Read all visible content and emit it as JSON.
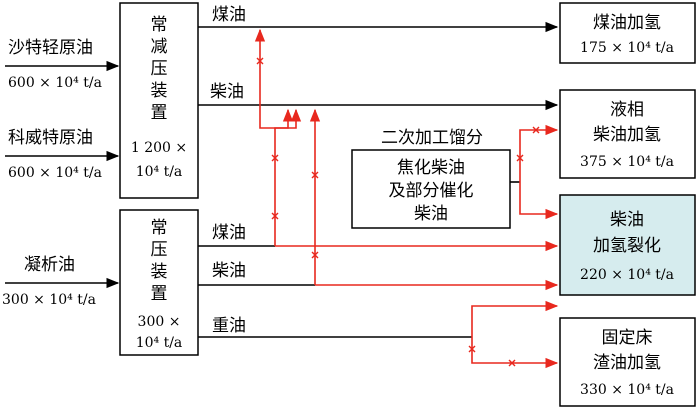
{
  "feeds": {
    "saudi_light": {
      "name": "沙特轻原油",
      "amount": "600 × 10⁴ t/a"
    },
    "kuwait": {
      "name": "科威特原油",
      "amount": "600 × 10⁴ t/a"
    },
    "condensate": {
      "name": "凝析油",
      "amount": "300 × 10⁴ t/a"
    }
  },
  "units": {
    "avu": {
      "lines": [
        "常",
        "减",
        "压",
        "装",
        "置"
      ],
      "cap1": "1 200 ×",
      "cap2": "10⁴ t/a"
    },
    "adu": {
      "lines": [
        "常",
        "压",
        "装",
        "置"
      ],
      "cap1": "300 ×",
      "cap2": "10⁴ t/a"
    },
    "kero_hydro": {
      "name": "煤油加氢",
      "cap": "175 × 10⁴ t/a"
    },
    "diesel_hydro": {
      "line1": "液相",
      "line2": "柴油加氢",
      "cap": "375 × 10⁴ t/a"
    },
    "hydrocracking": {
      "line1": "柴油",
      "line2": "加氢裂化",
      "cap": "220 × 10⁴ t/a",
      "fill": "#d6ecee"
    },
    "resid_hydro": {
      "line1": "固定床",
      "line2": "渣油加氢",
      "cap": "330 × 10⁴ t/a"
    }
  },
  "secondary": {
    "title": "二次加工馏分",
    "lines": [
      "焦化柴油",
      "及部分催化",
      "柴油"
    ]
  },
  "streams": {
    "avu_kero": "煤油",
    "avu_diesel": "柴油",
    "adu_kero": "煤油",
    "adu_diesel": "柴油",
    "adu_heavy": "重油"
  },
  "colors": {
    "black_line": "#000000",
    "red_line": "#e8281e",
    "highlight_fill": "#d6ecee"
  }
}
